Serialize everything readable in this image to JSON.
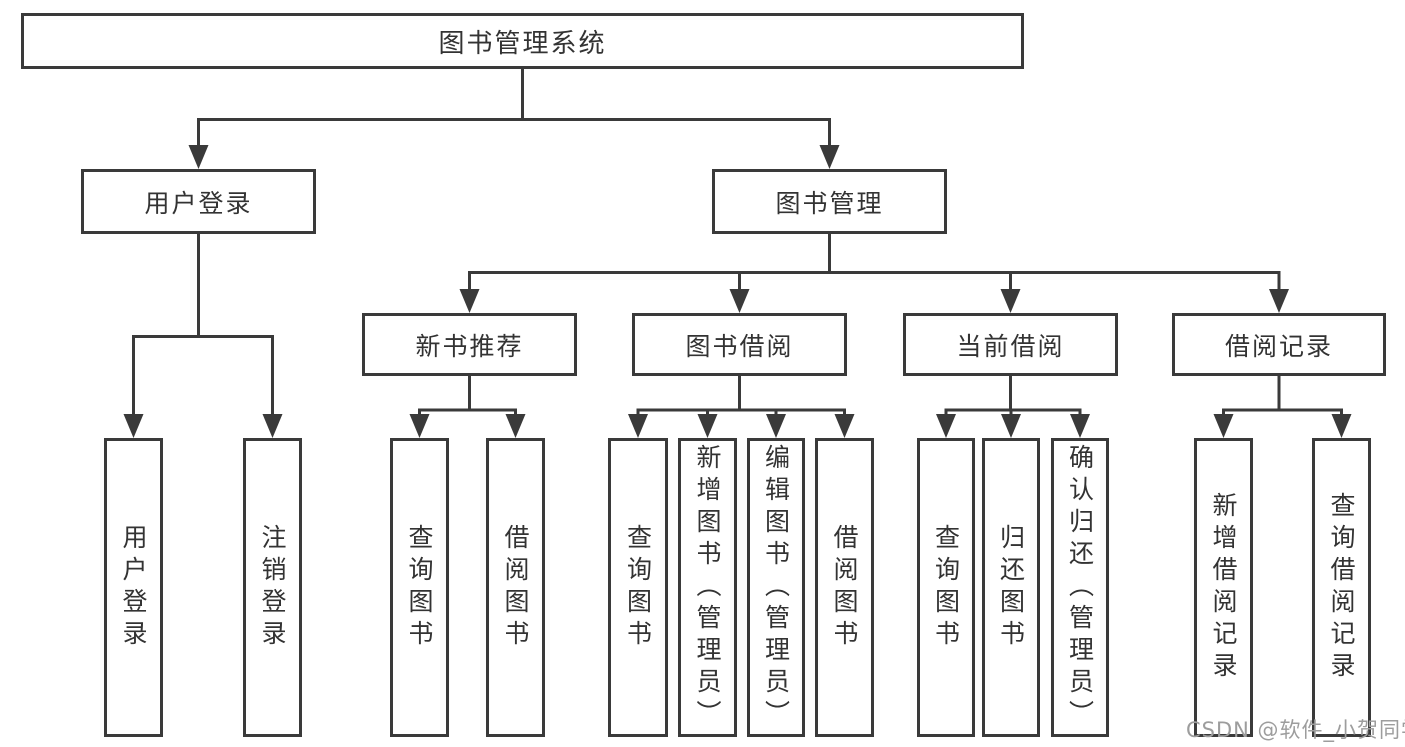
{
  "diagram_title": "图书管理系统",
  "tree": {
    "label": "图书管理系统",
    "children": [
      {
        "label": "用户登录",
        "children": [
          {
            "label": "用户登录"
          },
          {
            "label": "注销登录"
          }
        ]
      },
      {
        "label": "图书管理",
        "children": [
          {
            "label": "新书推荐",
            "children": [
              {
                "label": "查询图书"
              },
              {
                "label": "借阅图书"
              }
            ]
          },
          {
            "label": "图书借阅",
            "children": [
              {
                "label": "查询图书"
              },
              {
                "label": "新增图书（管理员）"
              },
              {
                "label": "编辑图书（管理员）"
              },
              {
                "label": "借阅图书"
              }
            ]
          },
          {
            "label": "当前借阅",
            "children": [
              {
                "label": "查询图书"
              },
              {
                "label": "归还图书"
              },
              {
                "label": "确认归还（管理员）"
              }
            ]
          },
          {
            "label": "借阅记录",
            "children": [
              {
                "label": "新增借阅记录"
              },
              {
                "label": "查询借阅记录"
              }
            ]
          }
        ]
      }
    ]
  },
  "watermark": {
    "text": "CSDN @软件_小贺同学",
    "color": "#9d9d9d"
  },
  "colors": {
    "line": "#3a3a3a",
    "text": "#333333",
    "background": "#ffffff"
  }
}
